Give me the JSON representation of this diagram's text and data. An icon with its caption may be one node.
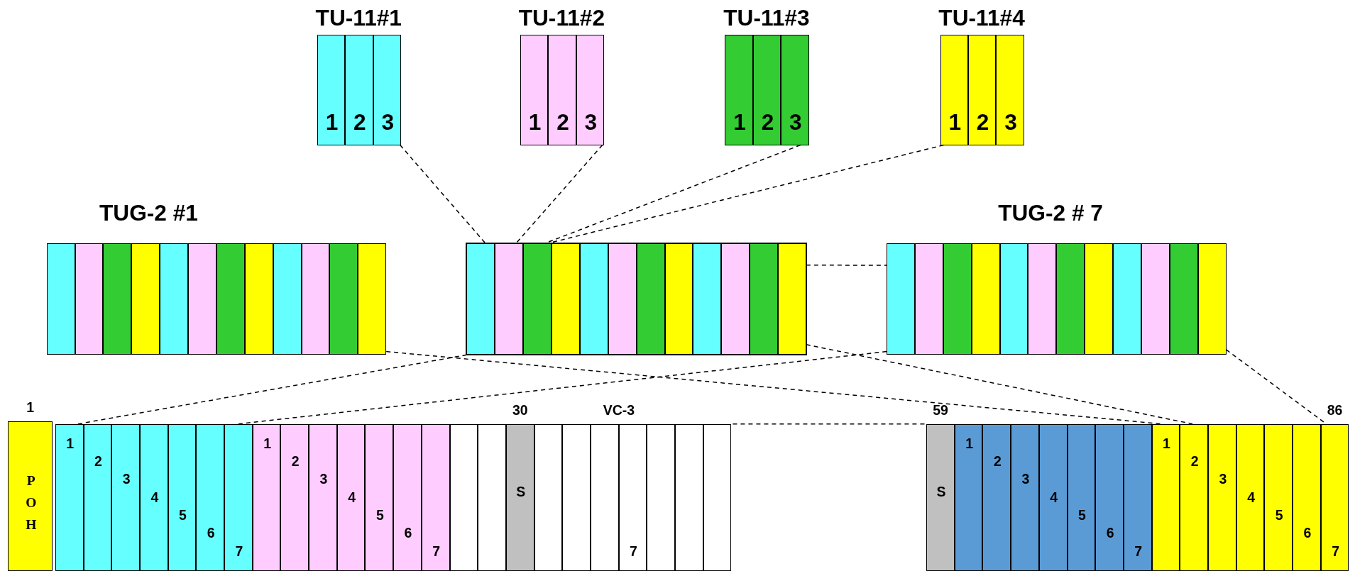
{
  "diagram": {
    "nodes": [
      {
        "text": [
          "TU-11#1"
        ]
      },
      {
        "text": [
          "1"
        ],
        "in": 0
      },
      {
        "text": [
          "2"
        ],
        "in": 0
      },
      {
        "text": [
          "3"
        ],
        "in": 0
      },
      {
        "text": [
          "TU-11#2"
        ]
      },
      {
        "text": [
          "1"
        ],
        "in": 4
      },
      {
        "text": [
          "2"
        ],
        "in": 4
      },
      {
        "text": [
          "3"
        ],
        "in": 4
      },
      {
        "text": [
          "TU-11#3"
        ]
      },
      {
        "text": [
          "1"
        ],
        "in": 8
      },
      {
        "text": [
          "2"
        ],
        "in": 8
      },
      {
        "text": [
          "3"
        ],
        "in": 8
      },
      {
        "text": [
          "TU-11#4"
        ]
      },
      {
        "text": [
          "1"
        ],
        "in": 12
      },
      {
        "text": [
          "2"
        ],
        "in": 12
      },
      {
        "text": [
          "3"
        ],
        "in": 12
      },
      {
        "text": [
          "TUG-2 #1"
        ]
      },
      {
        "text": [],
        "shape": "bar",
        "in": 16
      },
      {
        "text": [],
        "shape": "bar",
        "in": 16
      },
      {
        "text": [],
        "shape": "bar",
        "in": 16
      },
      {
        "text": [],
        "shape": "bar",
        "in": 16
      },
      {
        "text": [],
        "shape": "bar",
        "in": 16
      },
      {
        "text": [],
        "shape": "bar",
        "in": 16
      },
      {
        "text": [],
        "shape": "bar",
        "in": 16
      },
      {
        "text": [],
        "shape": "bar",
        "in": 16
      },
      {
        "text": [],
        "shape": "bar",
        "in": 16
      },
      {
        "text": [],
        "shape": "bar",
        "in": 16
      },
      {
        "text": [],
        "shape": "bar",
        "in": 16
      },
      {
        "text": [],
        "shape": "bar",
        "in": 16
      },
      {
        "text": [],
        "shape": "box"
      },
      {
        "text": [],
        "shape": "bar",
        "in": 29
      },
      {
        "text": [],
        "shape": "bar",
        "in": 29
      },
      {
        "text": [],
        "shape": "bar",
        "in": 29
      },
      {
        "text": [],
        "shape": "bar",
        "in": 29
      },
      {
        "text": [],
        "shape": "bar",
        "in": 29
      },
      {
        "text": [],
        "shape": "bar",
        "in": 29
      },
      {
        "text": [],
        "shape": "bar",
        "in": 29
      },
      {
        "text": [],
        "shape": "bar",
        "in": 29
      },
      {
        "text": [],
        "shape": "bar",
        "in": 29
      },
      {
        "text": [],
        "shape": "bar",
        "in": 29
      },
      {
        "text": [],
        "shape": "bar",
        "in": 29
      },
      {
        "text": [],
        "shape": "bar",
        "in": 29
      },
      {
        "text": [
          "TUG-2 # 7"
        ]
      },
      {
        "text": [],
        "shape": "bar",
        "in": 42
      },
      {
        "text": [],
        "shape": "bar",
        "in": 42
      },
      {
        "text": [],
        "shape": "bar",
        "in": 42
      },
      {
        "text": [],
        "shape": "bar",
        "in": 42
      },
      {
        "text": [],
        "shape": "bar",
        "in": 42
      },
      {
        "text": [],
        "shape": "bar",
        "in": 42
      },
      {
        "text": [],
        "shape": "bar",
        "in": 42
      },
      {
        "text": [],
        "shape": "bar",
        "in": 42
      },
      {
        "text": [],
        "shape": "bar",
        "in": 42
      },
      {
        "text": [],
        "shape": "bar",
        "in": 42
      },
      {
        "text": [],
        "shape": "bar",
        "in": 42
      },
      {
        "text": [],
        "shape": "bar",
        "in": 42
      },
      {
        "text": [
          "P O H"
        ],
        "beside": [
          "1"
        ]
      },
      {
        "text": [
          "VC-3"
        ]
      },
      {
        "text": [
          "1"
        ],
        "in": 56
      },
      {
        "text": [
          "2"
        ],
        "in": 56
      },
      {
        "text": [
          "3"
        ],
        "in": 56
      },
      {
        "text": [
          "4"
        ],
        "in": 56
      },
      {
        "text": [
          "5"
        ],
        "in": 56
      },
      {
        "text": [
          "6"
        ],
        "in": 56
      },
      {
        "text": [
          "7"
        ],
        "in": 56
      },
      {
        "text": [
          "1"
        ],
        "in": 56
      },
      {
        "text": [
          "2"
        ],
        "in": 56
      },
      {
        "text": [
          "3"
        ],
        "in": 56
      },
      {
        "text": [
          "4"
        ],
        "in": 56
      },
      {
        "text": [
          "5"
        ],
        "in": 56
      },
      {
        "text": [
          "6"
        ],
        "in": 56
      },
      {
        "text": [
          "7"
        ],
        "in": 56
      },
      {
        "text": [],
        "shape": "bar",
        "in": 56
      },
      {
        "text": [],
        "shape": "bar",
        "in": 56
      },
      {
        "text": [
          "S"
        ],
        "beside": [
          "30"
        ],
        "in": 56
      },
      {
        "text": [],
        "shape": "bar",
        "in": 56
      },
      {
        "text": [],
        "shape": "bar",
        "in": 56
      },
      {
        "text": [],
        "shape": "bar",
        "in": 56
      },
      {
        "text": [
          "7"
        ],
        "in": 56
      },
      {
        "text": [],
        "shape": "bar",
        "in": 56
      },
      {
        "text": [],
        "shape": "bar",
        "in": 56
      },
      {
        "text": [],
        "shape": "bar",
        "in": 56
      },
      {
        "text": [
          "S"
        ],
        "beside": [
          "59"
        ],
        "in": 56
      },
      {
        "text": [
          "1"
        ],
        "in": 56
      },
      {
        "text": [
          "2"
        ],
        "in": 56
      },
      {
        "text": [
          "3"
        ],
        "in": 56
      },
      {
        "text": [
          "4"
        ],
        "in": 56
      },
      {
        "text": [
          "5"
        ],
        "in": 56
      },
      {
        "text": [
          "6"
        ],
        "in": 56
      },
      {
        "text": [
          "7"
        ],
        "in": 56
      },
      {
        "text": [
          "1"
        ],
        "in": 56
      },
      {
        "text": [
          "2"
        ],
        "in": 56
      },
      {
        "text": [
          "3"
        ],
        "in": 56
      },
      {
        "text": [
          "4"
        ],
        "in": 56
      },
      {
        "text": [
          "5"
        ],
        "in": 56
      },
      {
        "text": [
          "6"
        ],
        "in": 56
      },
      {
        "text": [
          "7"
        ],
        "in": 56,
        "beside": [
          "86"
        ]
      }
    ],
    "edges": [
      {
        "from": 0,
        "to": 29,
        "arrow": "none",
        "style": "dashed"
      },
      {
        "from": 4,
        "to": 29,
        "arrow": "none",
        "style": "dashed"
      },
      {
        "from": 8,
        "to": 29,
        "arrow": "none",
        "style": "dashed"
      },
      {
        "from": 12,
        "to": 29,
        "arrow": "none",
        "style": "dashed"
      },
      {
        "from": 29,
        "to": 42,
        "arrow": "none",
        "style": "dashed"
      },
      {
        "from": 16,
        "to": 89,
        "arrow": "none",
        "style": "dashed"
      },
      {
        "from": 29,
        "to": 57,
        "arrow": "none",
        "style": "dashed"
      },
      {
        "from": 42,
        "to": 63,
        "arrow": "none",
        "style": "dashed"
      },
      {
        "from": 29,
        "to": 90,
        "arrow": "none",
        "style": "dashed"
      },
      {
        "from": 42,
        "to": 95,
        "arrow": "none",
        "style": "dashed"
      }
    ]
  }
}
